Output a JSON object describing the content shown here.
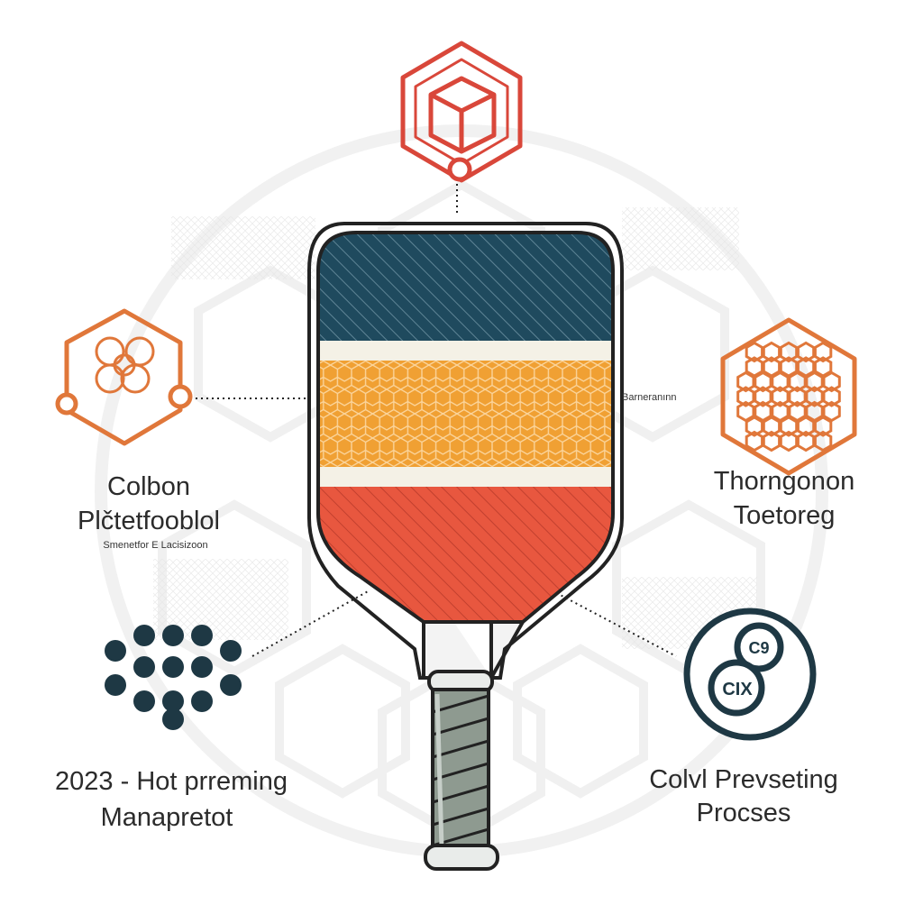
{
  "labels": {
    "left_title_line1": "Colbon",
    "left_title_line2": "Plčtetfooblol",
    "left_subtitle": "Smenetfor E Lacisizoon",
    "right_small": "Barneranınn",
    "right_title_line1": "Thorngonon",
    "right_title_line2": "Toetoreg",
    "bottom_left_line1": "2023 - Hot prreming",
    "bottom_left_line2": "Manapretot",
    "bottom_right_line1": "Colvl Prevseting",
    "bottom_right_line2": "Procses",
    "badge_large": "CIX",
    "badge_small": "C9"
  },
  "colors": {
    "navy": "#1f4a5e",
    "orange": "#f0a033",
    "coral": "#e8573f",
    "outline_orange": "#e0773a",
    "outline_red": "#d9473a",
    "dark_teal": "#1e3844",
    "grip": "#8e9a90",
    "watermark": "#ececec"
  },
  "icons": {
    "top": "cube-hexagon-icon",
    "left": "hexagon-molecule-icon",
    "right": "honeycomb-hexagon-icon",
    "bottom_left": "dot-texture-icon",
    "bottom_right": "circle-badge-icon"
  }
}
